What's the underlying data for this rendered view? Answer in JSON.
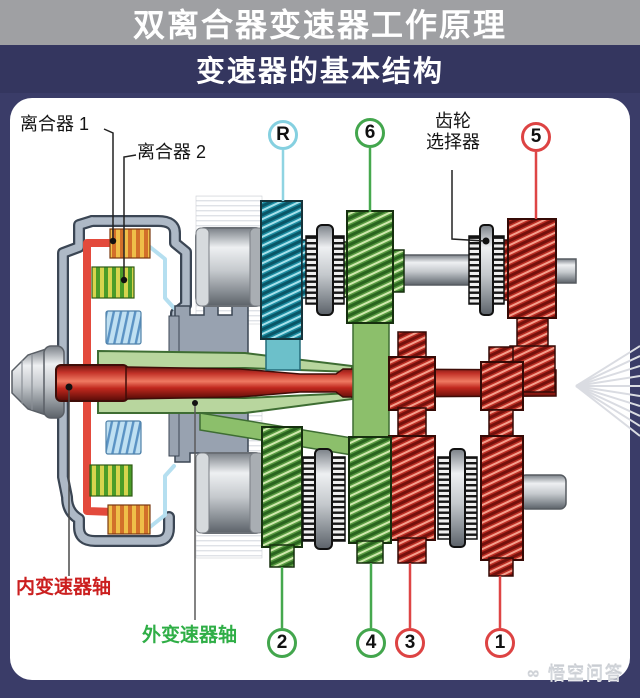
{
  "header": {
    "title": "双离合器变速器工作原理",
    "subtitle": "变速器的基本结构"
  },
  "diagram": {
    "labels": {
      "clutch1": "离合器 1",
      "clutch2": "离合器 2",
      "gear_selector_line1": "齿轮",
      "gear_selector_line2": "选择器",
      "inner_shaft": "内变速器轴",
      "outer_shaft": "外变速器轴"
    },
    "markers": {
      "reverse": {
        "label": "R",
        "color": "#85d0e0"
      },
      "gear6": {
        "label": "6",
        "color": "#43a64d"
      },
      "gear5": {
        "label": "5",
        "color": "#dd4343"
      },
      "gear2": {
        "label": "2",
        "color": "#43a64d"
      },
      "gear4": {
        "label": "4",
        "color": "#43a64d"
      },
      "gear3": {
        "label": "3",
        "color": "#dd4343"
      },
      "gear1": {
        "label": "1",
        "color": "#dd4343"
      }
    },
    "colors": {
      "header_gray": "#9fa0a3",
      "header_navy": "#34365f",
      "page_navy": "#3a3c68",
      "panel_white": "#ffffff",
      "gear_teal": "#1a8ba0",
      "gear_green": "#56993f",
      "gear_red": "#bb2c22",
      "shaft_red": "#c23228",
      "sleeve_green": "#b8d69e"
    }
  },
  "watermark": {
    "icon_char": "∞",
    "text": " 悟空问答"
  }
}
